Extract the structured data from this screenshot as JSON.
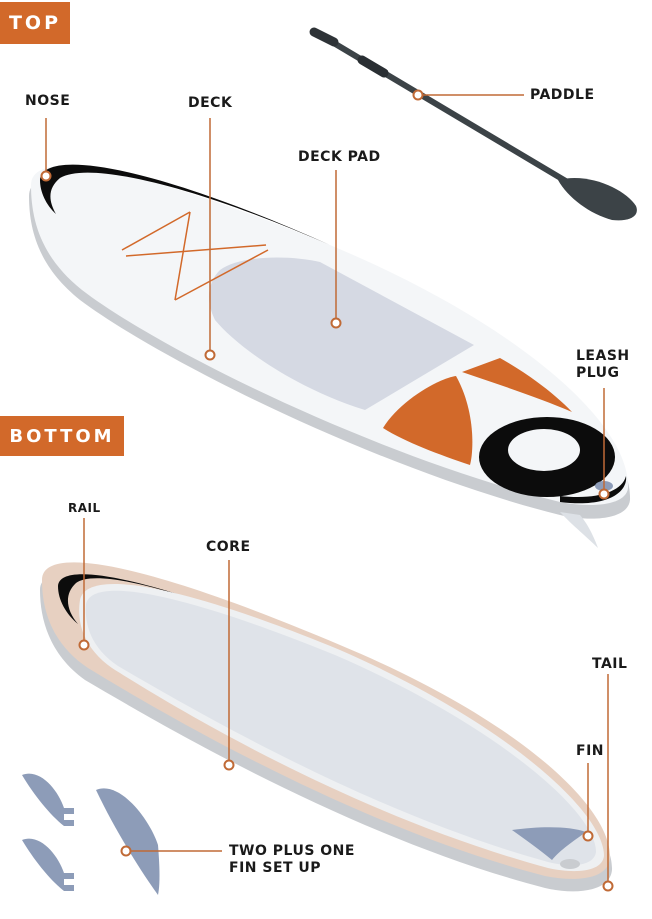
{
  "banners": {
    "top": "TOP",
    "bottom": "BOTTOM"
  },
  "labels": {
    "nose": "NOSE",
    "deck": "DECK",
    "deck_pad": "DECK PAD",
    "paddle": "PADDLE",
    "leash_plug": [
      "LEASH",
      "PLUG"
    ],
    "rail": "RAIL",
    "core": "CORE",
    "tail": "TAIL",
    "fin": "FIN",
    "fin_setup": [
      "TWO PLUS ONE",
      "FIN SET UP"
    ]
  },
  "colors": {
    "accent": "#d2692a",
    "board_white": "#f4f6f8",
    "board_edge": "#c9ccd0",
    "deck_pad": "#d5d9e3",
    "black": "#0c0c0c",
    "fin": "#8d9cb8",
    "paddle": "#3c4347",
    "line": "#c06a36"
  }
}
